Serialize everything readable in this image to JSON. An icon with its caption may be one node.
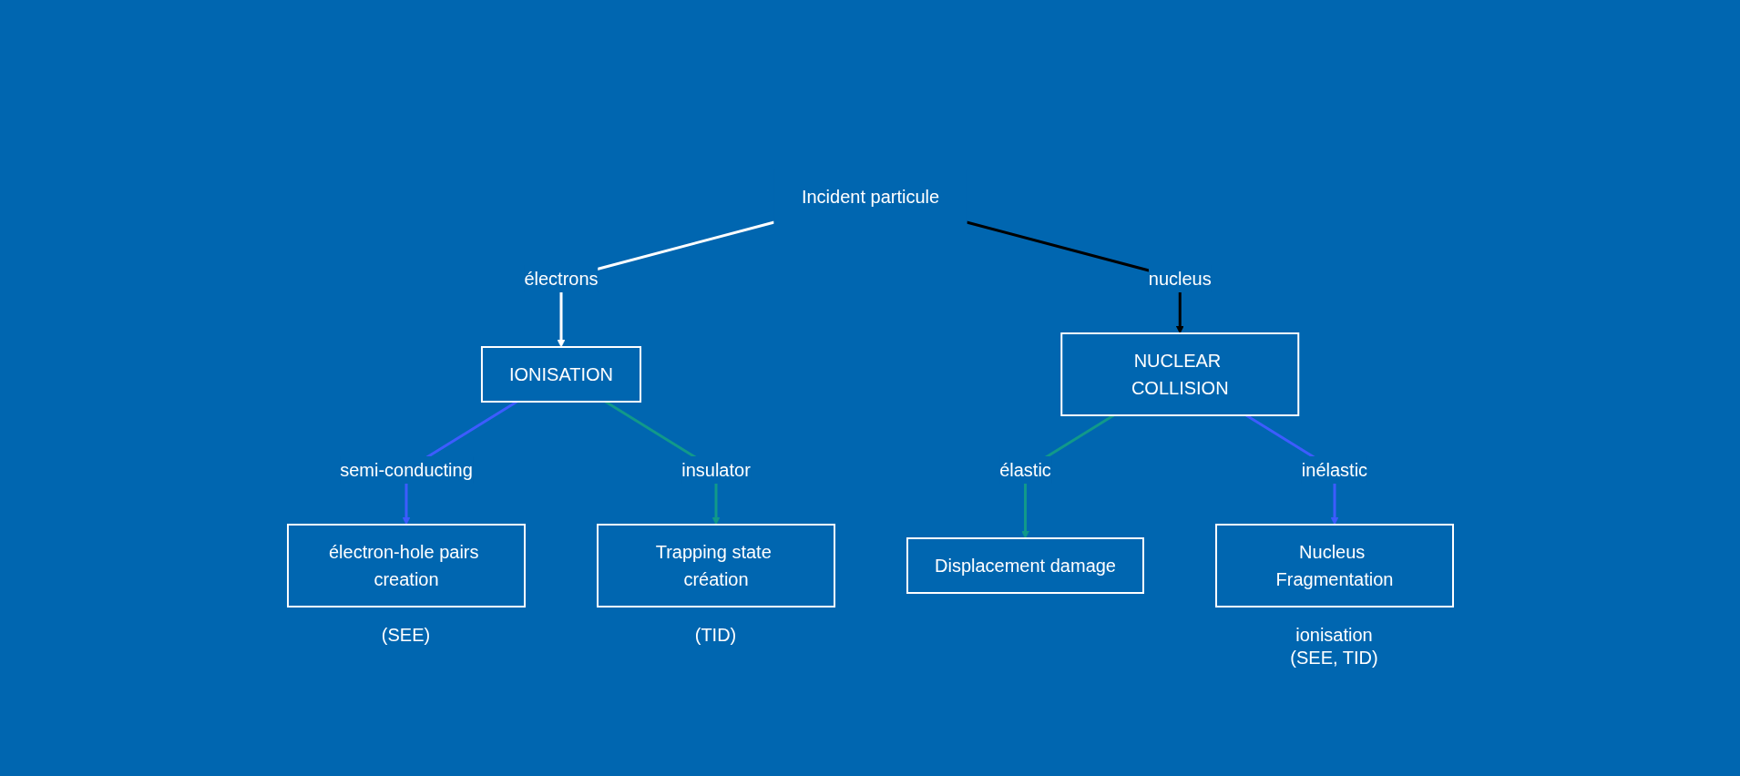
{
  "diagram": {
    "nodes": [
      {
        "text": [
          "Incident particule"
        ]
      },
      {
        "text": [
          "IONISATION"
        ]
      },
      {
        "text": [
          "NUCLEAR COLLISION"
        ]
      },
      {
        "text": [
          "électron-hole pairs creation"
        ],
        "beside": [
          "(SEE)"
        ]
      },
      {
        "text": [
          "Trapping state création"
        ],
        "beside": [
          "(TID)"
        ]
      },
      {
        "text": [
          "Displacement damage"
        ]
      },
      {
        "text": [
          "Nucleus Fragmentation"
        ],
        "beside": [
          "ionisation",
          "(SEE, TID)"
        ]
      }
    ],
    "edges": [
      {
        "from": 0,
        "to": 1,
        "arrow": "to",
        "label": "électrons",
        "color": "#ffffff"
      },
      {
        "from": 0,
        "to": 2,
        "arrow": "to",
        "label": "nucleus",
        "color": "#000000"
      },
      {
        "from": 1,
        "to": 3,
        "arrow": "to",
        "label": "semi-conducting",
        "color": "#3d5cff"
      },
      {
        "from": 1,
        "to": 4,
        "arrow": "to",
        "label": "insulator",
        "color": "#11998a"
      },
      {
        "from": 2,
        "to": 5,
        "arrow": "to",
        "label": "élastic",
        "color": "#11998a"
      },
      {
        "from": 2,
        "to": 6,
        "arrow": "to",
        "label": "inélastic",
        "color": "#3d5cff"
      }
    ]
  }
}
